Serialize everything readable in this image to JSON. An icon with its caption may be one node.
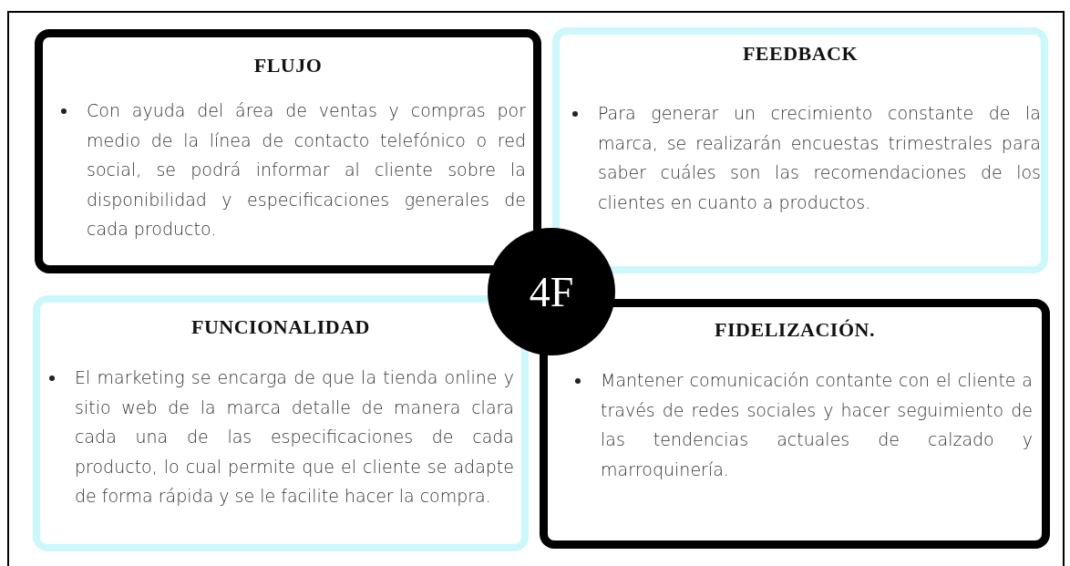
{
  "diagram": {
    "nodes": [
      {
        "text": [
          "FLUJO",
          "Con ayuda del área de ventas y compras por medio de la línea de contacto telefónico o red social, se podrá informar al cliente sobre la disponibilidad y especificaciones generales de cada producto."
        ]
      },
      {
        "text": [
          "FEEDBACK",
          "Para generar un crecimiento constante de la marca, se realizarán encuestas trimestrales para saber cuáles son las recomendaciones de los clientes en cuanto a productos."
        ]
      },
      {
        "text": [
          "FUNCIONALIDAD",
          "El marketing se encarga de que la tienda online y sitio web de la marca detalle de manera clara cada una de las especificaciones de cada producto, lo cual permite que el cliente se adapte de forma rápida y se le facilite hacer la compra."
        ]
      },
      {
        "text": [
          "FIDELIZACIÓN.",
          "Mantener comunicación contante con el cliente a través de redes sociales y hacer seguimiento de las tendencias actuales de calzado y marroquinería."
        ]
      },
      {
        "text": [
          "4F"
        ]
      }
    ]
  }
}
